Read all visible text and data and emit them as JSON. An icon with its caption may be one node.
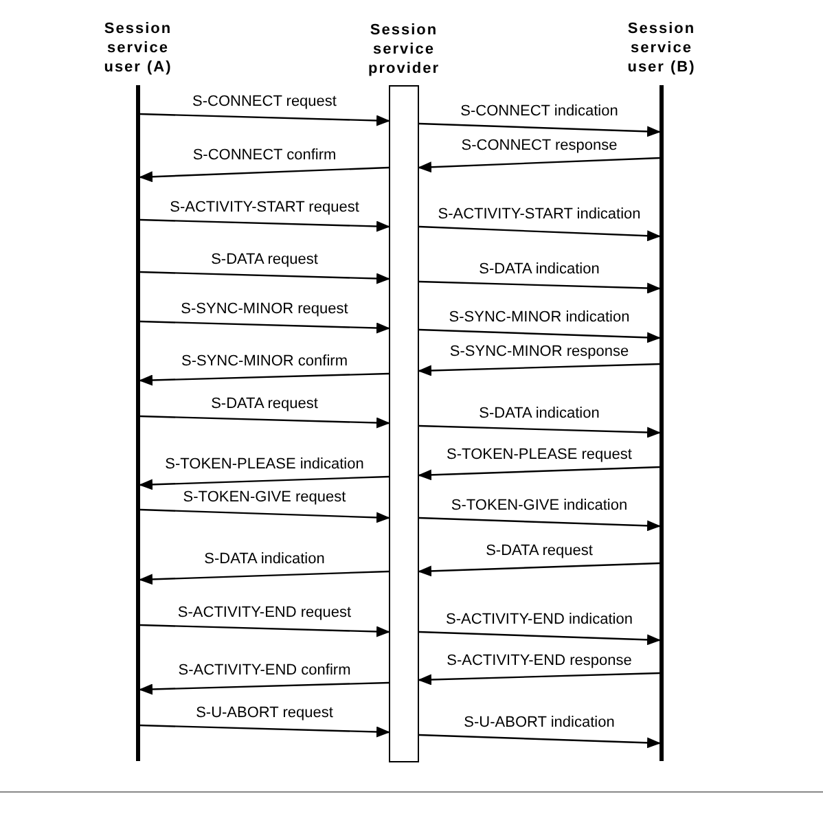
{
  "diagram": {
    "nodes": [
      {
        "text": [
          "Session service user (A)"
        ]
      },
      {
        "text": [
          "Session service provider"
        ]
      },
      {
        "text": [
          "Session service user (B)"
        ]
      }
    ],
    "edges": [
      {
        "from": 0,
        "to": 1,
        "arrow": "to",
        "label": "S-CONNECT request"
      },
      {
        "from": 1,
        "to": 2,
        "arrow": "to",
        "label": "S-CONNECT indication"
      },
      {
        "from": 2,
        "to": 1,
        "arrow": "to",
        "label": "S-CONNECT response"
      },
      {
        "from": 1,
        "to": 0,
        "arrow": "to",
        "label": "S-CONNECT confirm"
      },
      {
        "from": 0,
        "to": 1,
        "arrow": "to",
        "label": "S-ACTIVITY-START request"
      },
      {
        "from": 1,
        "to": 2,
        "arrow": "to",
        "label": "S-ACTIVITY-START indication"
      },
      {
        "from": 0,
        "to": 1,
        "arrow": "to",
        "label": "S-DATA request"
      },
      {
        "from": 1,
        "to": 2,
        "arrow": "to",
        "label": "S-DATA indication"
      },
      {
        "from": 0,
        "to": 1,
        "arrow": "to",
        "label": "S-SYNC-MINOR request"
      },
      {
        "from": 1,
        "to": 2,
        "arrow": "to",
        "label": "S-SYNC-MINOR indication"
      },
      {
        "from": 2,
        "to": 1,
        "arrow": "to",
        "label": "S-SYNC-MINOR response"
      },
      {
        "from": 1,
        "to": 0,
        "arrow": "to",
        "label": "S-SYNC-MINOR confirm"
      },
      {
        "from": 0,
        "to": 1,
        "arrow": "to",
        "label": "S-DATA request"
      },
      {
        "from": 1,
        "to": 2,
        "arrow": "to",
        "label": "S-DATA indication"
      },
      {
        "from": 2,
        "to": 1,
        "arrow": "to",
        "label": "S-TOKEN-PLEASE request"
      },
      {
        "from": 1,
        "to": 0,
        "arrow": "to",
        "label": "S-TOKEN-PLEASE indication"
      },
      {
        "from": 0,
        "to": 1,
        "arrow": "to",
        "label": "S-TOKEN-GIVE request"
      },
      {
        "from": 1,
        "to": 2,
        "arrow": "to",
        "label": "S-TOKEN-GIVE indication"
      },
      {
        "from": 2,
        "to": 1,
        "arrow": "to",
        "label": "S-DATA request"
      },
      {
        "from": 1,
        "to": 0,
        "arrow": "to",
        "label": "S-DATA indication"
      },
      {
        "from": 0,
        "to": 1,
        "arrow": "to",
        "label": "S-ACTIVITY-END request"
      },
      {
        "from": 1,
        "to": 2,
        "arrow": "to",
        "label": "S-ACTIVITY-END indication"
      },
      {
        "from": 2,
        "to": 1,
        "arrow": "to",
        "label": "S-ACTIVITY-END response"
      },
      {
        "from": 1,
        "to": 0,
        "arrow": "to",
        "label": "S-ACTIVITY-END confirm"
      },
      {
        "from": 0,
        "to": 1,
        "arrow": "to",
        "label": "S-U-ABORT request"
      },
      {
        "from": 1,
        "to": 2,
        "arrow": "to",
        "label": "S-U-ABORT indication"
      }
    ]
  }
}
